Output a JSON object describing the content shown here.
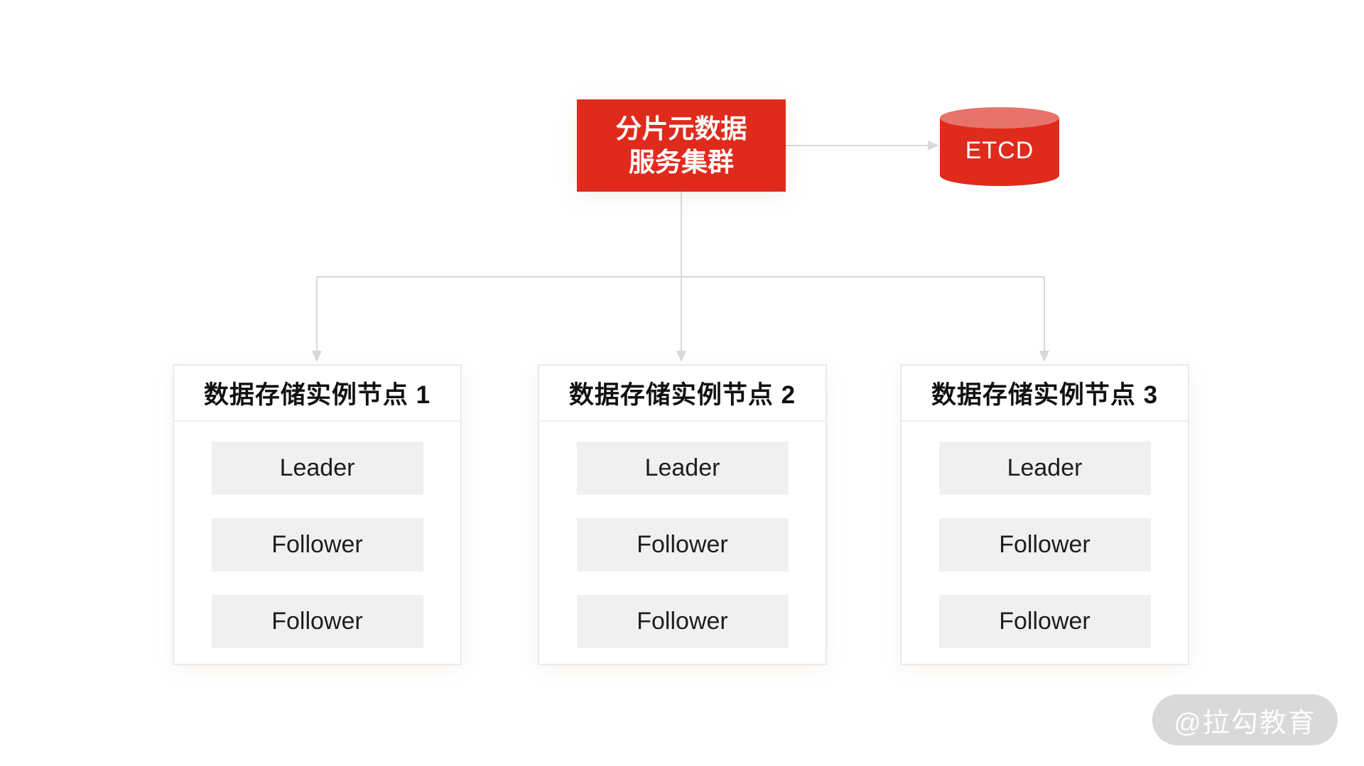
{
  "diagram": {
    "root": {
      "label_line1": "分片元数据",
      "label_line2": "服务集群"
    },
    "etcd": {
      "label": "ETCD"
    },
    "nodes": [
      {
        "title": "数据存储实例节点 1",
        "roles": [
          "Leader",
          "Follower",
          "Follower"
        ]
      },
      {
        "title": "数据存储实例节点 2",
        "roles": [
          "Leader",
          "Follower",
          "Follower"
        ]
      },
      {
        "title": "数据存储实例节点 3",
        "roles": [
          "Leader",
          "Follower",
          "Follower"
        ]
      }
    ],
    "watermark": "@拉勾教育"
  },
  "colors": {
    "red": "#E02A1C",
    "red_light": "#E8736B",
    "line": "#D9D9D9",
    "row_bg": "#F0F0F0",
    "border": "#EAEAEA",
    "text": "#1D1D1D",
    "watermark_bg": "#D9D9D9",
    "watermark_text": "#FDFDFD"
  }
}
